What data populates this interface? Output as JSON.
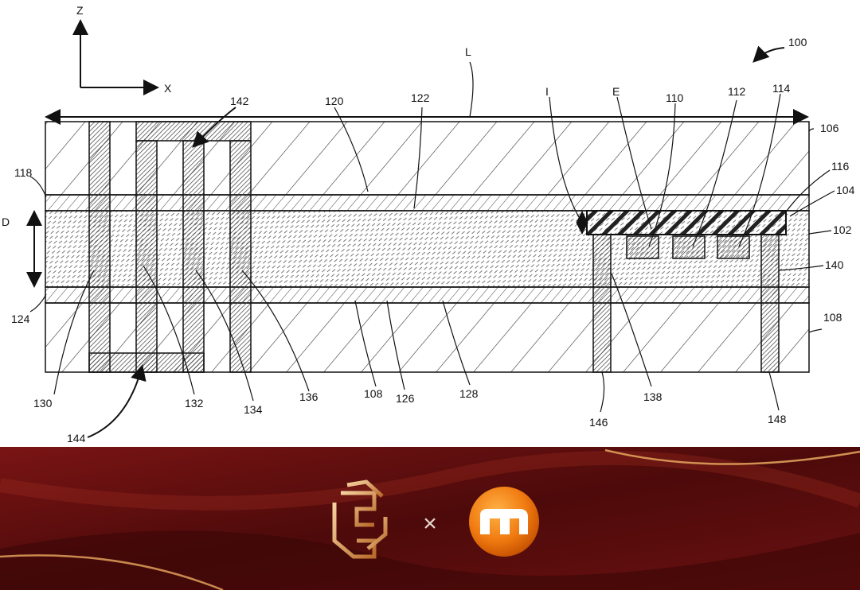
{
  "diagram": {
    "figure_number": "100",
    "axes": {
      "z": "Z",
      "x": "X"
    },
    "dimensions": {
      "length": "L",
      "depth": "D",
      "edge": "E",
      "inset": "I"
    },
    "labels": {
      "l102": "102",
      "l104": "104",
      "l106": "106",
      "l108_right": "108",
      "l108_bottom": "108",
      "l110": "110",
      "l112": "112",
      "l114": "114",
      "l116": "116",
      "l118": "118",
      "l120": "120",
      "l122": "122",
      "l124": "124",
      "l126": "126",
      "l128": "128",
      "l130": "130",
      "l132": "132",
      "l134": "134",
      "l136": "136",
      "l138": "138",
      "l140": "140",
      "l142": "142",
      "l144": "144",
      "l146": "146",
      "l148": "148"
    }
  },
  "banner": {
    "separator": "×",
    "logo_left": "hexagonal-knot-logo",
    "logo_right": "m-circle-logo",
    "colors": {
      "background": "#5a0d0d",
      "accent_gold": "#e0a05a",
      "orange": "#f07a10"
    }
  }
}
